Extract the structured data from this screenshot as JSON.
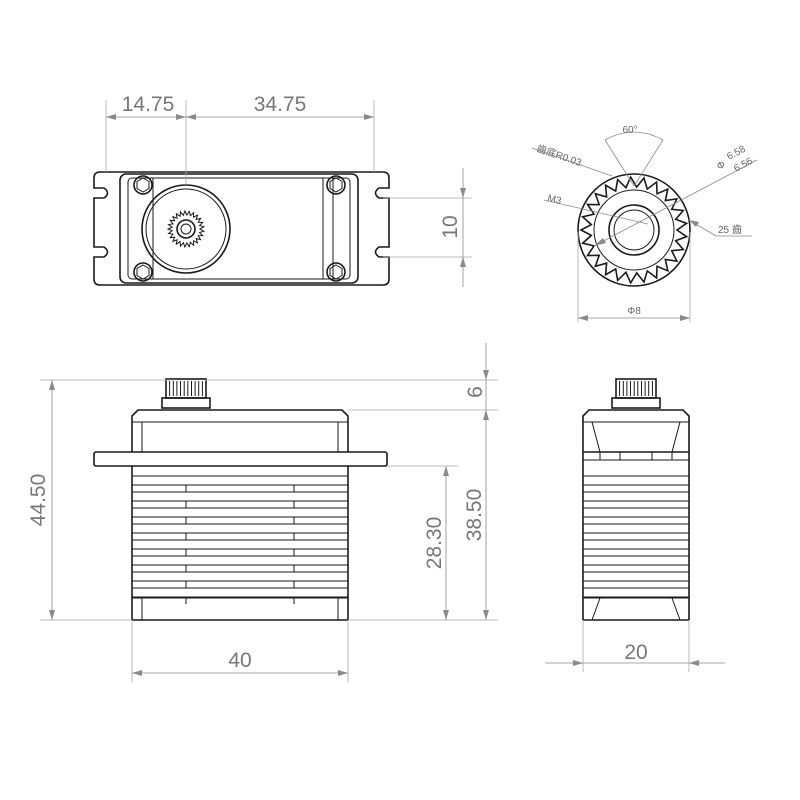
{
  "top_view": {
    "dim_left": "14.75",
    "dim_right": "34.75",
    "dim_side": "10"
  },
  "spline_view": {
    "angle": "60°",
    "root_radius": "齒底R0.03",
    "outer_dia_upper": "6.58",
    "outer_dia_lower": "6.56",
    "dia_symbol": "Φ",
    "thread": "M3",
    "teeth": "25 齒",
    "bottom_dia": "Φ8"
  },
  "front_view": {
    "total_height": "44.50",
    "horn_height": "6",
    "body_height": "38.50",
    "lower_height": "28.30",
    "width": "40"
  },
  "side_view": {
    "width": "20"
  }
}
